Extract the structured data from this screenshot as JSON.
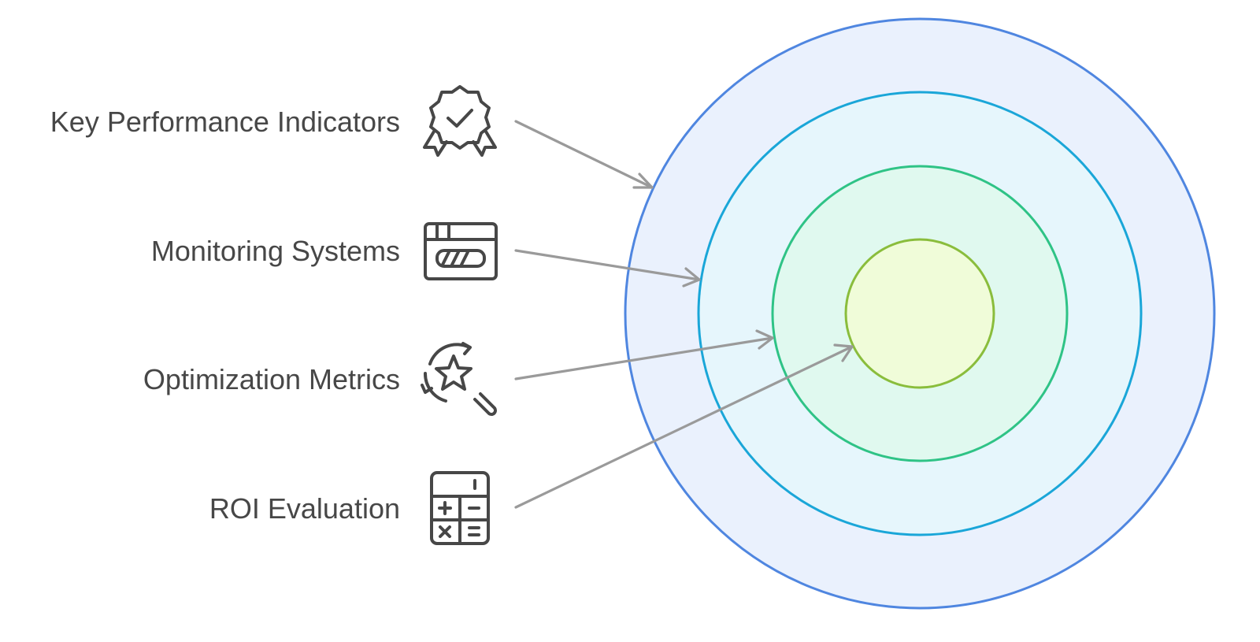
{
  "diagram": {
    "items": [
      {
        "label": "Key Performance Indicators",
        "icon": "award-badge-icon"
      },
      {
        "label": "Monitoring Systems",
        "icon": "progress-window-icon"
      },
      {
        "label": "Optimization Metrics",
        "icon": "star-search-icon"
      },
      {
        "label": "ROI Evaluation",
        "icon": "calculator-icon"
      }
    ],
    "rings": [
      {
        "fill": "#eaf1fd",
        "stroke": "#4f86e0"
      },
      {
        "fill": "#e6f6fc",
        "stroke": "#1aa6d8"
      },
      {
        "fill": "#e0f9ef",
        "stroke": "#2fc386"
      },
      {
        "fill": "#f0fcd9",
        "stroke": "#8abd3c"
      }
    ],
    "colors": {
      "text": "#474747",
      "arrow": "#9a9a9a"
    }
  }
}
